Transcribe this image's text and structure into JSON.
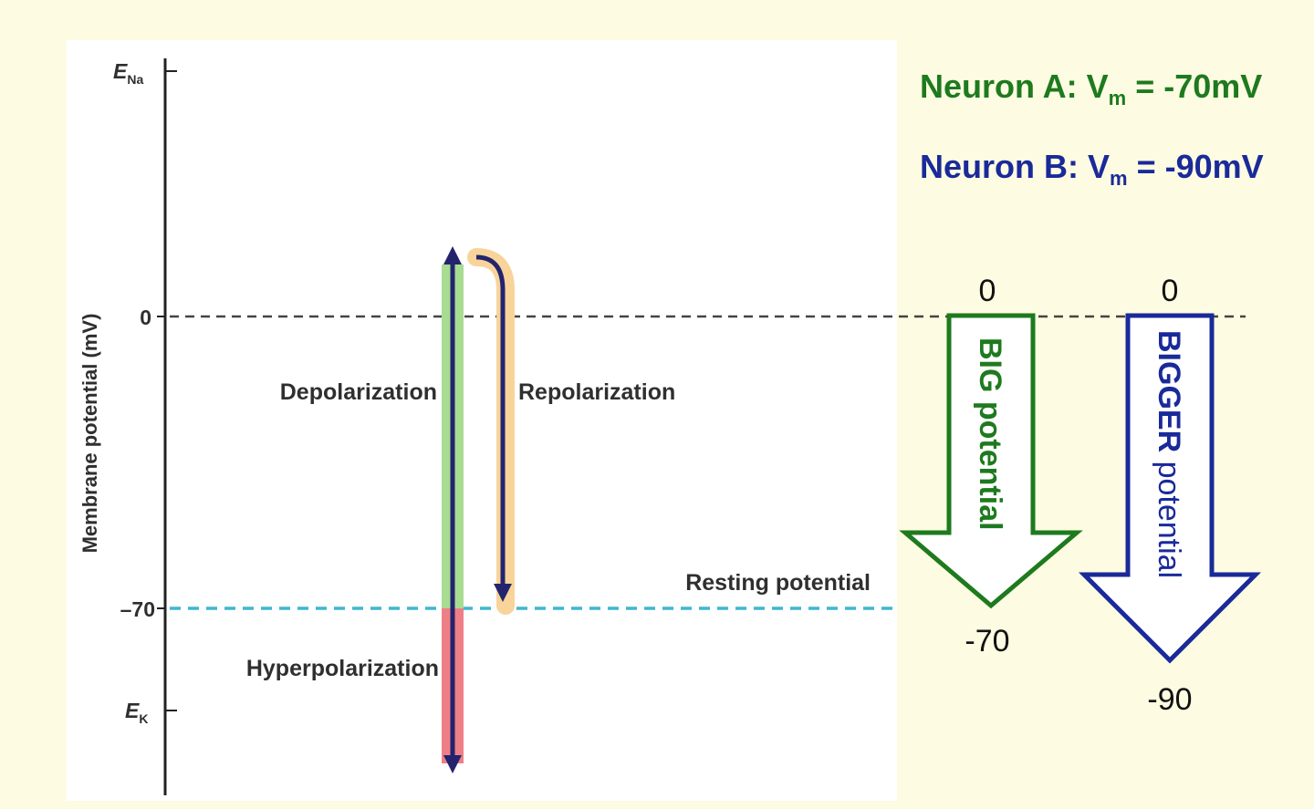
{
  "axis": {
    "ylabel": "Membrane potential (mV)",
    "ticks": {
      "ena_main": "E",
      "ena_sub": "Na",
      "zero": "0",
      "rest": "–70",
      "ek_main": "E",
      "ek_sub": "K"
    }
  },
  "phases": {
    "depolarization": "Depolarization",
    "repolarization": "Repolarization",
    "hyperpolarization": "Hyperpolarization",
    "resting": "Resting potential"
  },
  "neurons": {
    "a": {
      "prefix": "Neuron A:  V",
      "sub": "m",
      "suffix": " = -70mV"
    },
    "b": {
      "prefix": "Neuron B:  V",
      "sub": "m",
      "suffix": " = -90mV"
    }
  },
  "arrows": {
    "a": {
      "top": "0",
      "bottom": "-70",
      "label_strong": "BIG",
      "label_rest": " potential",
      "color": "#1e7a1e"
    },
    "b": {
      "top": "0",
      "bottom": "-90",
      "label_strong": "BIGGER",
      "label_rest": " potential",
      "color": "#1a2a9a"
    }
  },
  "colors": {
    "background": "#fdfbe1",
    "zero_line": "#444444",
    "rest_line": "#3fb6d0",
    "arrow_navy": "#23236e",
    "depolarization_highlight": "#a8dc92",
    "hyperpolarization_highlight": "#ef7f86",
    "repolarization_highlight": "#f8d49a"
  }
}
